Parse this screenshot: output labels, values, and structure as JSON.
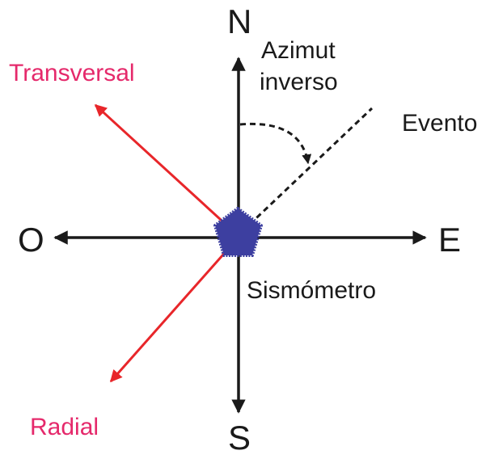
{
  "labels": {
    "north": "N",
    "south": "S",
    "east": "E",
    "west": "O",
    "azimuth_line1": "Azimut",
    "azimuth_line2": "inverso",
    "event": "Evento",
    "seismometer": "Sismómetro",
    "transverse": "Transversal",
    "radial": "Radial"
  },
  "colors": {
    "axis": "#1a1a1a",
    "component_arrows": "#e8262a",
    "component_labels": "#e5296b",
    "seismometer": "#3d3fa0"
  },
  "icons": {
    "seismometer": "pentagon-seismometer-icon"
  }
}
